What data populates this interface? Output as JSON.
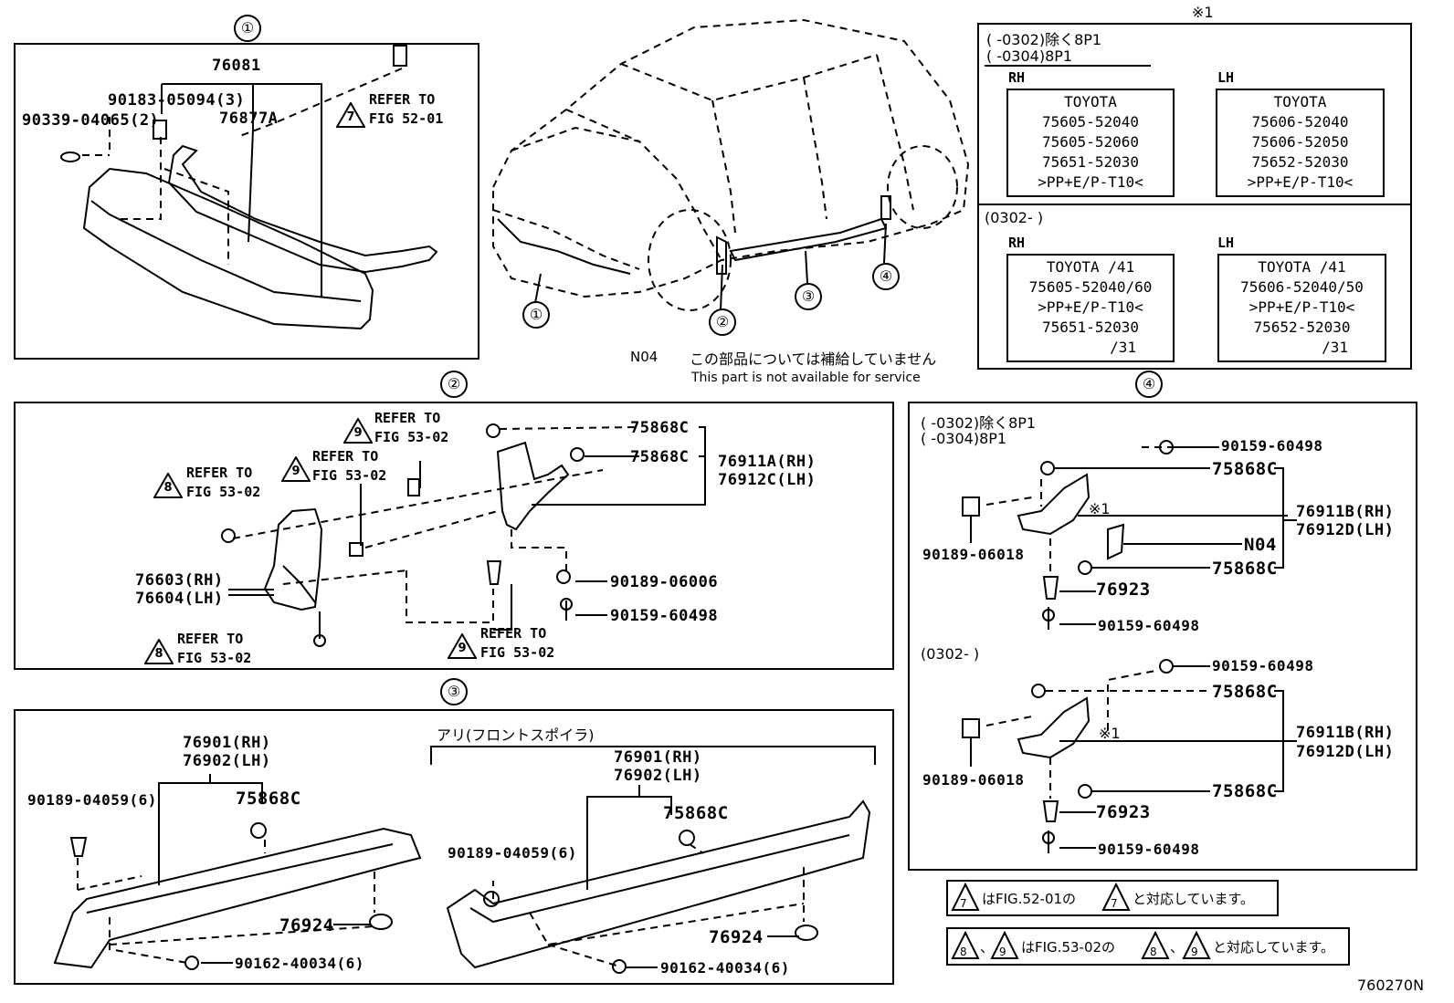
{
  "diagram_id": "760270N",
  "section_labels": {
    "s1": "①",
    "s2": "②",
    "s3": "③",
    "s4": "④"
  },
  "car_callouts": {
    "c1": "①",
    "c2": "②",
    "c3": "③",
    "c4": "④"
  },
  "footnote_mark": "※1",
  "s1": {
    "p76081": "76081",
    "p90183": "90183-05094(3)",
    "p76877A": "76877A",
    "p90339": "90339-04065(2)",
    "ref_num": "7",
    "ref_line1": "REFER TO",
    "ref_line2": "FIG 52-01"
  },
  "n04": {
    "code": "N04",
    "jp": "この部品については補給していません",
    "en": "This part is not available for service"
  },
  "table": {
    "hdr1": "(     -0302)除く8P1",
    "hdr2": "(     -0304)8P1",
    "rh": "RH",
    "lh": "LH",
    "rh_top": [
      "TOYOTA",
      "75605-52040",
      "75605-52060",
      "75651-52030",
      ">PP+E/P-T10<"
    ],
    "lh_top": [
      "TOYOTA",
      "75606-52040",
      "75606-52050",
      "75652-52030",
      ">PP+E/P-T10<"
    ],
    "hdr3": "(0302-      )",
    "rh2": "RH",
    "lh2": "LH",
    "rh_bot": [
      "TOYOTA   /41",
      "75605-52040/60",
      ">PP+E/P-T10<",
      "75651-52030",
      "/31"
    ],
    "lh_bot": [
      "TOYOTA   /41",
      "75606-52040/50",
      ">PP+E/P-T10<",
      "75652-52030",
      "/31"
    ]
  },
  "s2": {
    "p75868C_a": "75868C",
    "p75868C_b": "75868C",
    "p76911A": "76911A(RH)",
    "p76912C": "76912C(LH)",
    "p76603": "76603(RH)",
    "p76604": "76604(LH)",
    "p90189_06006": "90189-06006",
    "p90159": "90159-60498",
    "refs": [
      {
        "num": "9",
        "l1": "REFER TO",
        "l2": "FIG 53-02"
      },
      {
        "num": "9",
        "l1": "REFER TO",
        "l2": "FIG 53-02"
      },
      {
        "num": "8",
        "l1": "REFER TO",
        "l2": "FIG 53-02"
      },
      {
        "num": "8",
        "l1": "REFER TO",
        "l2": "FIG 53-02"
      },
      {
        "num": "9",
        "l1": "REFER TO",
        "l2": "FIG 53-02"
      }
    ]
  },
  "s3": {
    "l_76901": "76901(RH)",
    "l_76902": "76902(LH)",
    "l_90189": "90189-04059(6)",
    "l_75868C": "75868C",
    "l_76924": "76924",
    "l_90162": "90162-40034(6)",
    "ari": "アリ(フロントスポイラ)",
    "r_76901": "76901(RH)",
    "r_76902": "76902(LH)",
    "r_75868C": "75868C",
    "r_90189": "90189-04059(6)",
    "r_76924": "76924",
    "r_90162": "90162-40034(6)"
  },
  "s4": {
    "h1": "(      -0302)除く8P1",
    "h2": "(      -0304)8P1",
    "a_90159": "90159-60498",
    "a_75868C_1": "75868C",
    "a_76911B": "76911B(RH)",
    "a_76912D": "76912D(LH)",
    "a_mark": "※1",
    "a_n04": "N04",
    "a_90189": "90189-06018",
    "a_75868C_2": "75868C",
    "a_76923": "76923",
    "a_90159b": "90159-60498",
    "h3": "(0302-      )",
    "b_90159": "90159-60498",
    "b_75868C_1": "75868C",
    "b_mark": "※1",
    "b_76911B": "76911B(RH)",
    "b_76912D": "76912D(LH)",
    "b_90189": "90189-06018",
    "b_75868C_2": "75868C",
    "b_76923": "76923",
    "b_90159b": "90159-60498"
  },
  "notes": {
    "n1_num": "7",
    "n1_text": "はFIG.52-01の",
    "n1_num2": "7",
    "n1_tail": "と対応しています。",
    "n2_a": "8",
    "n2_sep": "、",
    "n2_b": "9",
    "n2_text": "はFIG.53-02の",
    "n2_c": "8",
    "n2_sep2": "、",
    "n2_d": "9",
    "n2_tail": "と対応しています。"
  }
}
